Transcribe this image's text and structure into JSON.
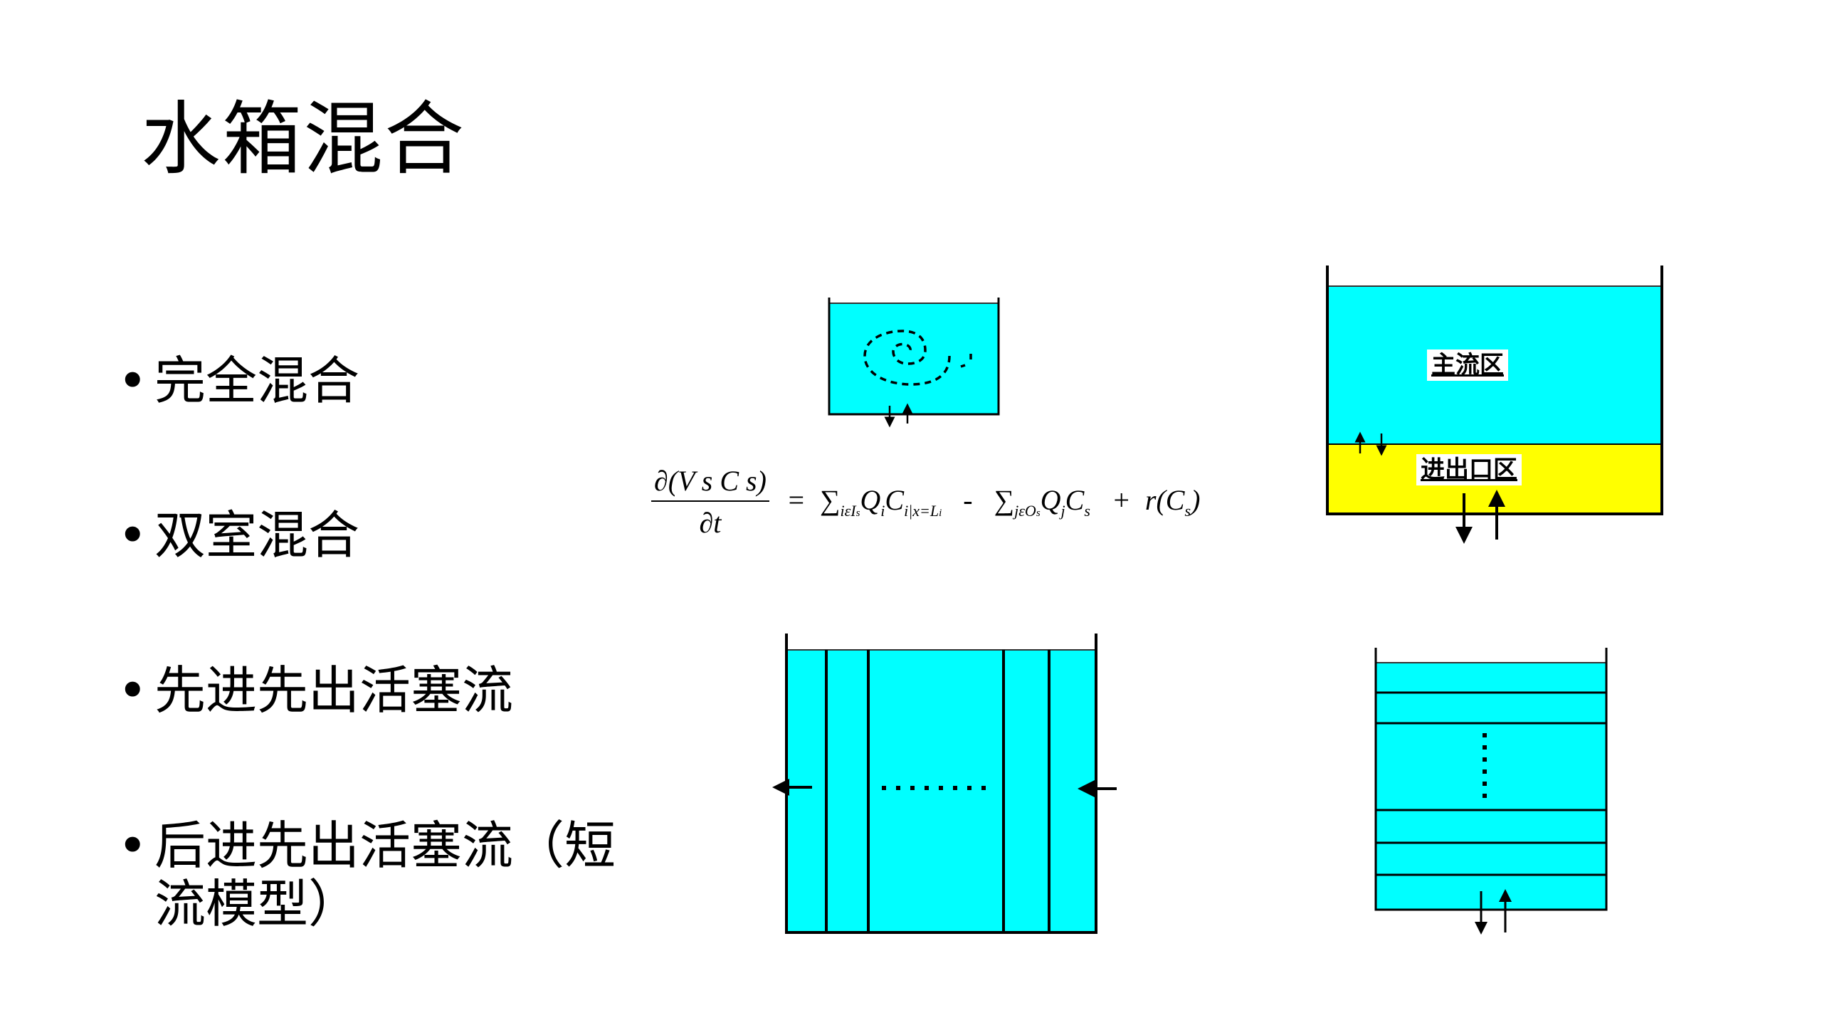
{
  "slide": {
    "title": "水箱混合",
    "bullets": [
      {
        "marker": "•",
        "line1": "完全混合",
        "line2": ""
      },
      {
        "marker": "•",
        "line1": "双室混合",
        "line2": ""
      },
      {
        "marker": "•",
        "line1": "先进先出活塞流",
        "line2": ""
      },
      {
        "marker": "•",
        "line1": "后进先出活塞流（短",
        "line2": "流模型）"
      }
    ]
  },
  "equation": {
    "numerator": "∂(V s C s)",
    "denominator": "∂t",
    "rhs": "=  ∑ iεI s Q i C i|x=L i  -  ∑ jεO s Q j C s  +  r(C s)",
    "parts": {
      "eq": "=",
      "sum1": "∑",
      "sum1_sub": "iεI",
      "sum1_subsub": "s",
      "q1": "Q",
      "q1_sub": "i",
      "c1": "C",
      "c1_sub": "i|x=L",
      "c1_subsub": "i",
      "minus": "-",
      "sum2": "∑",
      "sum2_sub": "jεO",
      "sum2_subsub": "s",
      "q2": "Q",
      "q2_sub": "j",
      "c2": "C",
      "c2_sub": "s",
      "plus": "+",
      "r": "r(C",
      "r_sub": "s",
      "r_close": ")"
    }
  },
  "diagrams": {
    "complete_mix": {
      "fill": "#00FFFF",
      "swirl": "dashed-spiral",
      "arrows": [
        "down-arrow",
        "up-arrow"
      ]
    },
    "two_chamber": {
      "main_zone_label": "主流区",
      "inlet_zone_label": "进出口区",
      "main_fill": "#00FFFF",
      "inlet_fill": "#FFFF00"
    },
    "fifo_plug_flow": {
      "fill": "#00FFFF",
      "flow_direction": "right-to-left",
      "ellipsis": "........"
    },
    "lifo_plug_flow": {
      "fill": "#00FFFF",
      "layers": "horizontal",
      "ellipsis": "vertical-dots"
    }
  }
}
